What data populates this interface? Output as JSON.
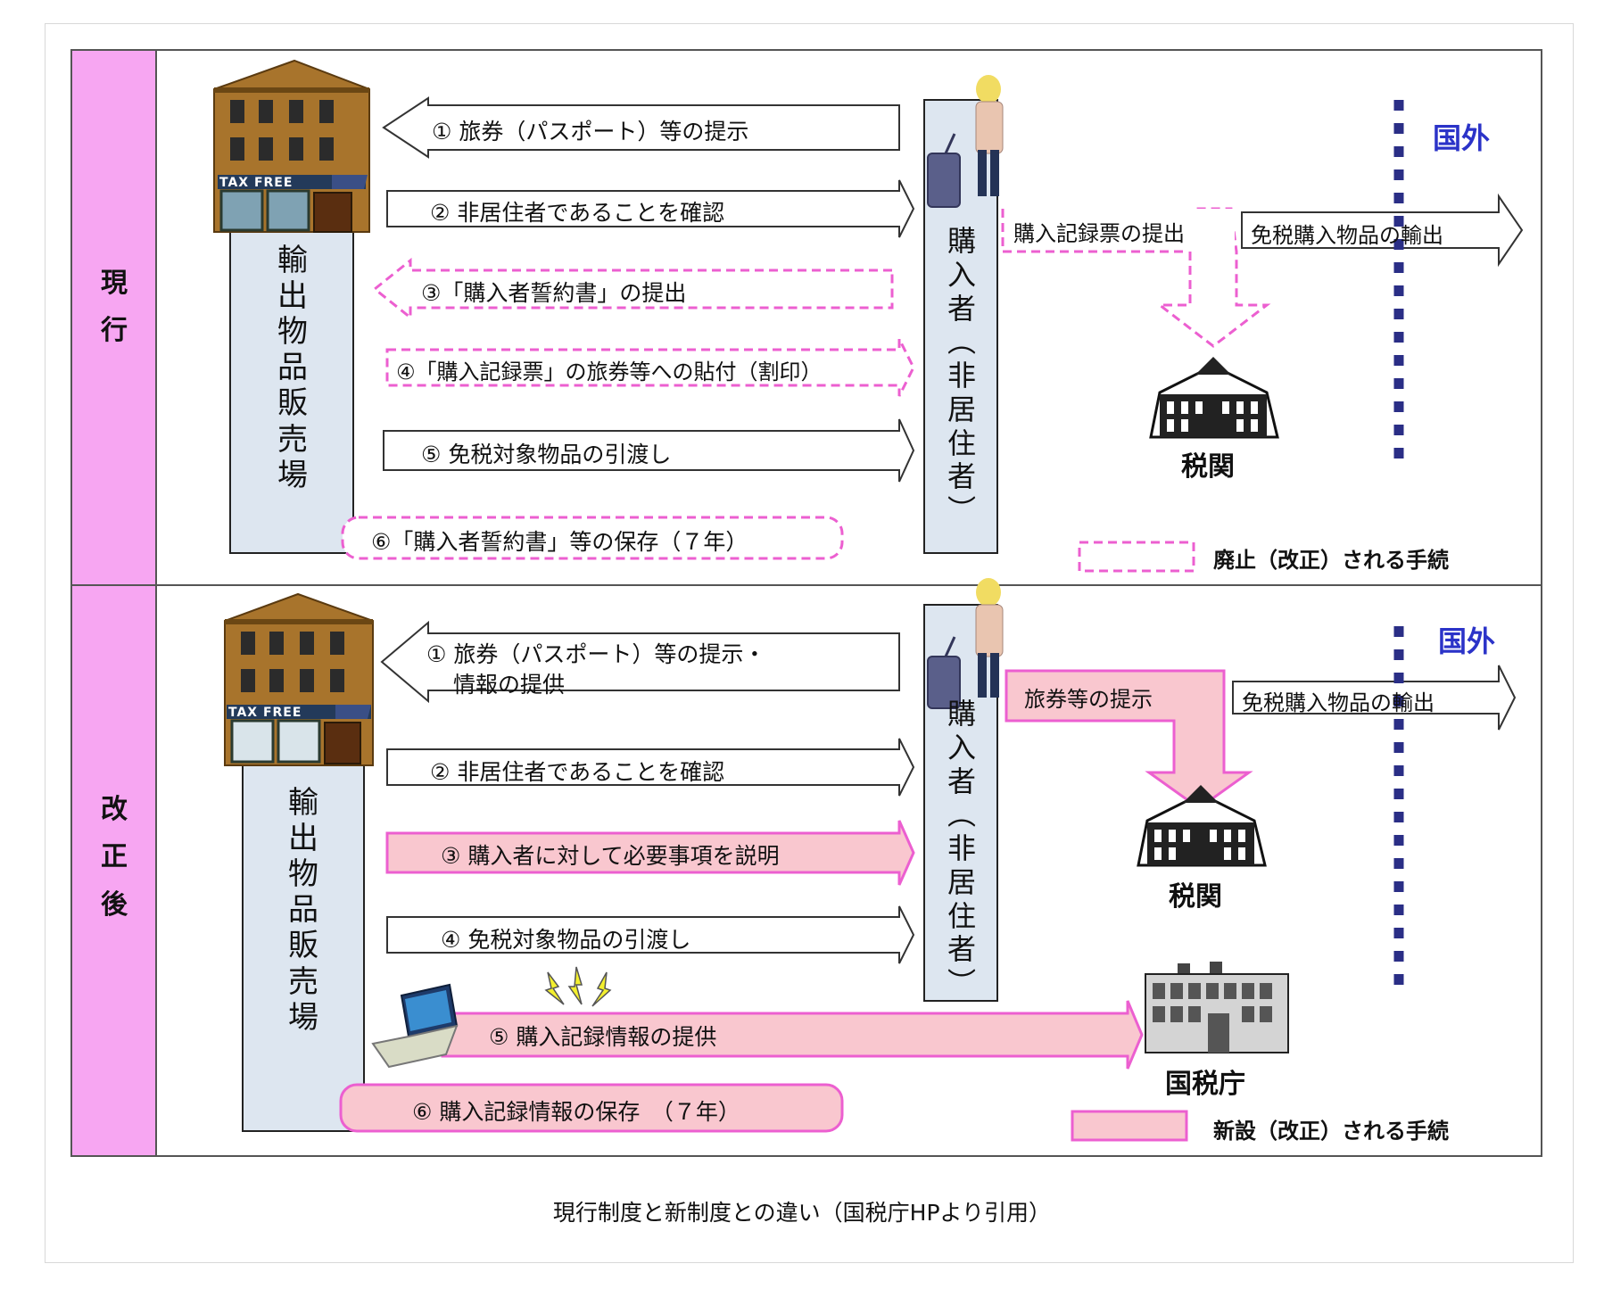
{
  "current": {
    "label": [
      "現",
      "行"
    ],
    "store_label": [
      "輸",
      "出",
      "物",
      "品",
      "販",
      "売",
      "場"
    ],
    "buyer_label": [
      "購",
      "入",
      "者",
      "︵",
      "非",
      "居",
      "住",
      "者",
      "︶"
    ],
    "sign": "TAX FREE",
    "steps": [
      "① 旅券（パスポート）等の提示",
      "② 非居住者であることを確認",
      "③「購入者誓約書」の提出",
      "④「購入記録票」の旅券等への貼付（割印）",
      "⑤ 免税対象物品の引渡し",
      "⑥「購入者誓約書」等の保存（７年）"
    ],
    "submit_record": "購入記録票の提出",
    "export": "免税購入物品の輸出",
    "abroad": "国外",
    "customs": "税関",
    "legend": "廃止（改正）される手続"
  },
  "revised": {
    "label": [
      "改",
      "正",
      "後"
    ],
    "store_label": [
      "輸",
      "出",
      "物",
      "品",
      "販",
      "売",
      "場"
    ],
    "buyer_label": [
      "購",
      "入",
      "者",
      "︵",
      "非",
      "居",
      "住",
      "者",
      "︶"
    ],
    "sign": "TAX FREE",
    "steps": [
      "① 旅券（パスポート）等の提示・",
      "情報の提供",
      "② 非居住者であることを確認",
      "③ 購入者に対して必要事項を説明",
      "④ 免税対象物品の引渡し",
      "⑤ 購入記録情報の提供",
      "⑥ 購入記録情報の保存　（７年）"
    ],
    "present_passport": "旅券等の提示",
    "export": "免税購入物品の輸出",
    "abroad": "国外",
    "customs": "税関",
    "nta": "国税庁",
    "legend": "新設（改正）される手続"
  },
  "caption": "現行制度と新制度との違い（国税庁HPより引用）",
  "colors": {
    "pink_label": "#f7a6f2",
    "blue_box": "#dde6f0",
    "pink_fill": "#f9c7cf",
    "pink_stroke": "#ec5fd0",
    "navy": "#2a2e86",
    "abroad": "#2b33c8"
  }
}
